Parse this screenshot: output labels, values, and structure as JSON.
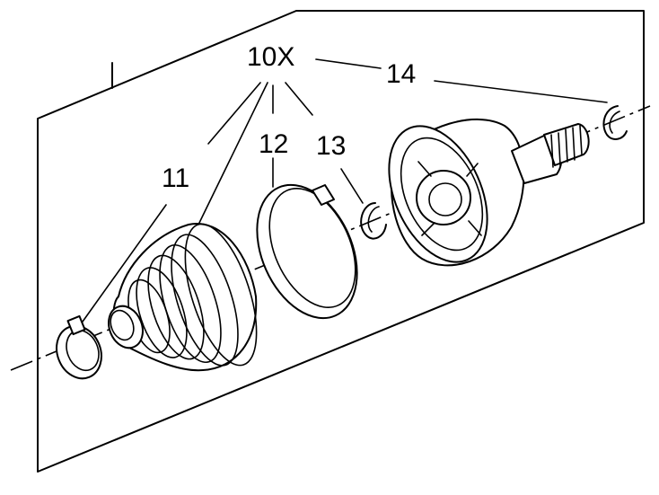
{
  "labels": {
    "assembly": "10X",
    "boot_clamp": "11",
    "outer_clamp": "12",
    "snap_ring": "13",
    "retaining_ring": "14"
  }
}
